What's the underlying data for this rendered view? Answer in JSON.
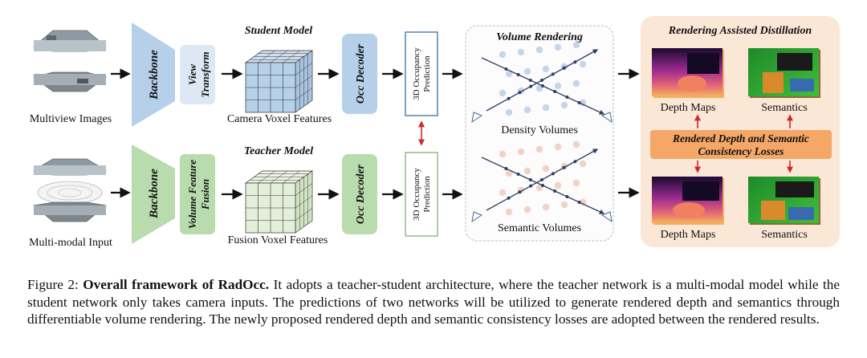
{
  "diagram": {
    "inputs": {
      "multiview": "Multiview Images",
      "multimodal": "Multi-modal Input"
    },
    "student": {
      "backbone": "Backbone",
      "transform_line1": "View",
      "transform_line2": "Transform",
      "model_title": "Student Model",
      "voxel_label": "Camera Voxel Features",
      "decoder": "Occ Decoder",
      "pred_line1": "3D Occupancy",
      "pred_line2": "Prediction"
    },
    "teacher": {
      "backbone": "Backbone",
      "fusion_line1": "Volume Feature",
      "fusion_line2": "Fusion",
      "model_title": "Teacher Model",
      "voxel_label": "Fusion Voxel Features",
      "decoder": "Occ Decoder",
      "pred_line1": "3D Occupancy",
      "pred_line2": "Prediction"
    },
    "rendering": {
      "title": "Volume Rendering",
      "density": "Density Volumes",
      "semantic": "Semantic Volumes"
    },
    "distillation": {
      "title": "Rendering Assisted Distillation",
      "depth_top": "Depth Maps",
      "sem_top": "Semantics",
      "loss_line1": "Rendered Depth and Semantic",
      "loss_line2": "Consistency Losses",
      "depth_bottom": "Depth Maps",
      "sem_bottom": "Semantics"
    },
    "colors": {
      "student_blue": "#b7d0ea",
      "teacher_green": "#b9dcae",
      "distill_bg": "#fbe7d6",
      "loss_orange": "#f4a766",
      "arrow_red": "#cc2a2a"
    }
  },
  "caption": {
    "label": "Figure 2: ",
    "bold": "Overall framework of RadOcc.",
    "text": " It adopts a teacher-student architecture, where the teacher network is a multi-modal model while the student network only takes camera inputs. The predictions of two networks will be utilized to generate rendered depth and semantics through differentiable volume rendering. The newly proposed rendered depth and semantic consistency losses are adopted between the rendered results."
  }
}
